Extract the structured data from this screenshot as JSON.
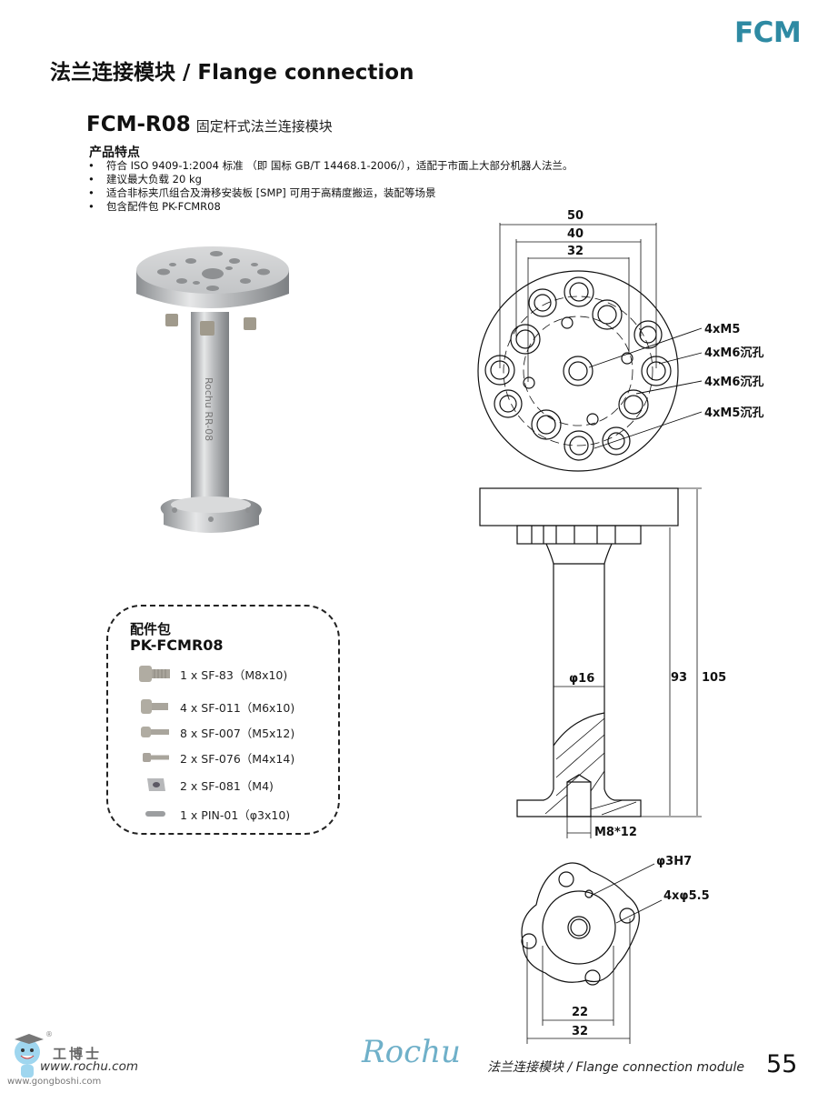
{
  "header": {
    "section_badge": "FCM",
    "page_title": "法兰连接模块 / Flange connection",
    "accent_color": "#2e8aa3"
  },
  "product": {
    "code": "FCM-R08",
    "name": "固定杆式法兰连接模块",
    "features_title": "产品特点",
    "bullet": "•",
    "features": [
      "符合 ISO 9409-1:2004 标准 （即 国标 GB/T 14468.1-2006/），适配于市面上大部分机器人法兰。",
      "建议最大负载 20 kg",
      "适合非标夹爪组合及滑移安装板 [SMP] 可用于高精度搬运，装配等场景",
      "包含配件包 PK-FCMR08"
    ],
    "image_alt": "FCM-R08 flange module render",
    "engraving": "Rochu RR-08"
  },
  "kit": {
    "title": "配件包",
    "code": "PK-FCMR08",
    "items": [
      {
        "icon": "screw-m8-icon",
        "label": "1 x SF-83（M8x10)"
      },
      {
        "icon": "screw-m6-icon",
        "label": "4 x SF-011（M6x10)"
      },
      {
        "icon": "screw-m5-icon",
        "label": "8 x SF-007（M5x12)"
      },
      {
        "icon": "screw-m4-icon",
        "label": "2 x SF-076（M4x14)"
      },
      {
        "icon": "nut-icon",
        "label": "2 x SF-081（M4)"
      },
      {
        "icon": "pin-icon",
        "label": "1 x PIN-01（φ3x10)"
      }
    ]
  },
  "drawing": {
    "top_view": {
      "dims": [
        "50",
        "40",
        "32"
      ],
      "callouts": [
        "4xM5",
        "4xM6沉孔",
        "4xM6沉孔",
        "4xM5沉孔"
      ]
    },
    "side_view": {
      "shaft_diameter": "φ16",
      "height_inner": "93",
      "height_total": "105",
      "thread": "M8*12"
    },
    "bottom_view": {
      "callouts": [
        "φ3H7",
        "4xφ5.5"
      ],
      "dims": [
        "22",
        "32"
      ]
    }
  },
  "footer": {
    "brand": "Rochu",
    "module_label": "法兰连接模块 / Flange connection module",
    "page_number": "55",
    "watermark_cn": "工博士",
    "watermark_url1": "www.rochu.com",
    "watermark_url2": "www.gongboshi.com",
    "watermark_reg": "®"
  }
}
